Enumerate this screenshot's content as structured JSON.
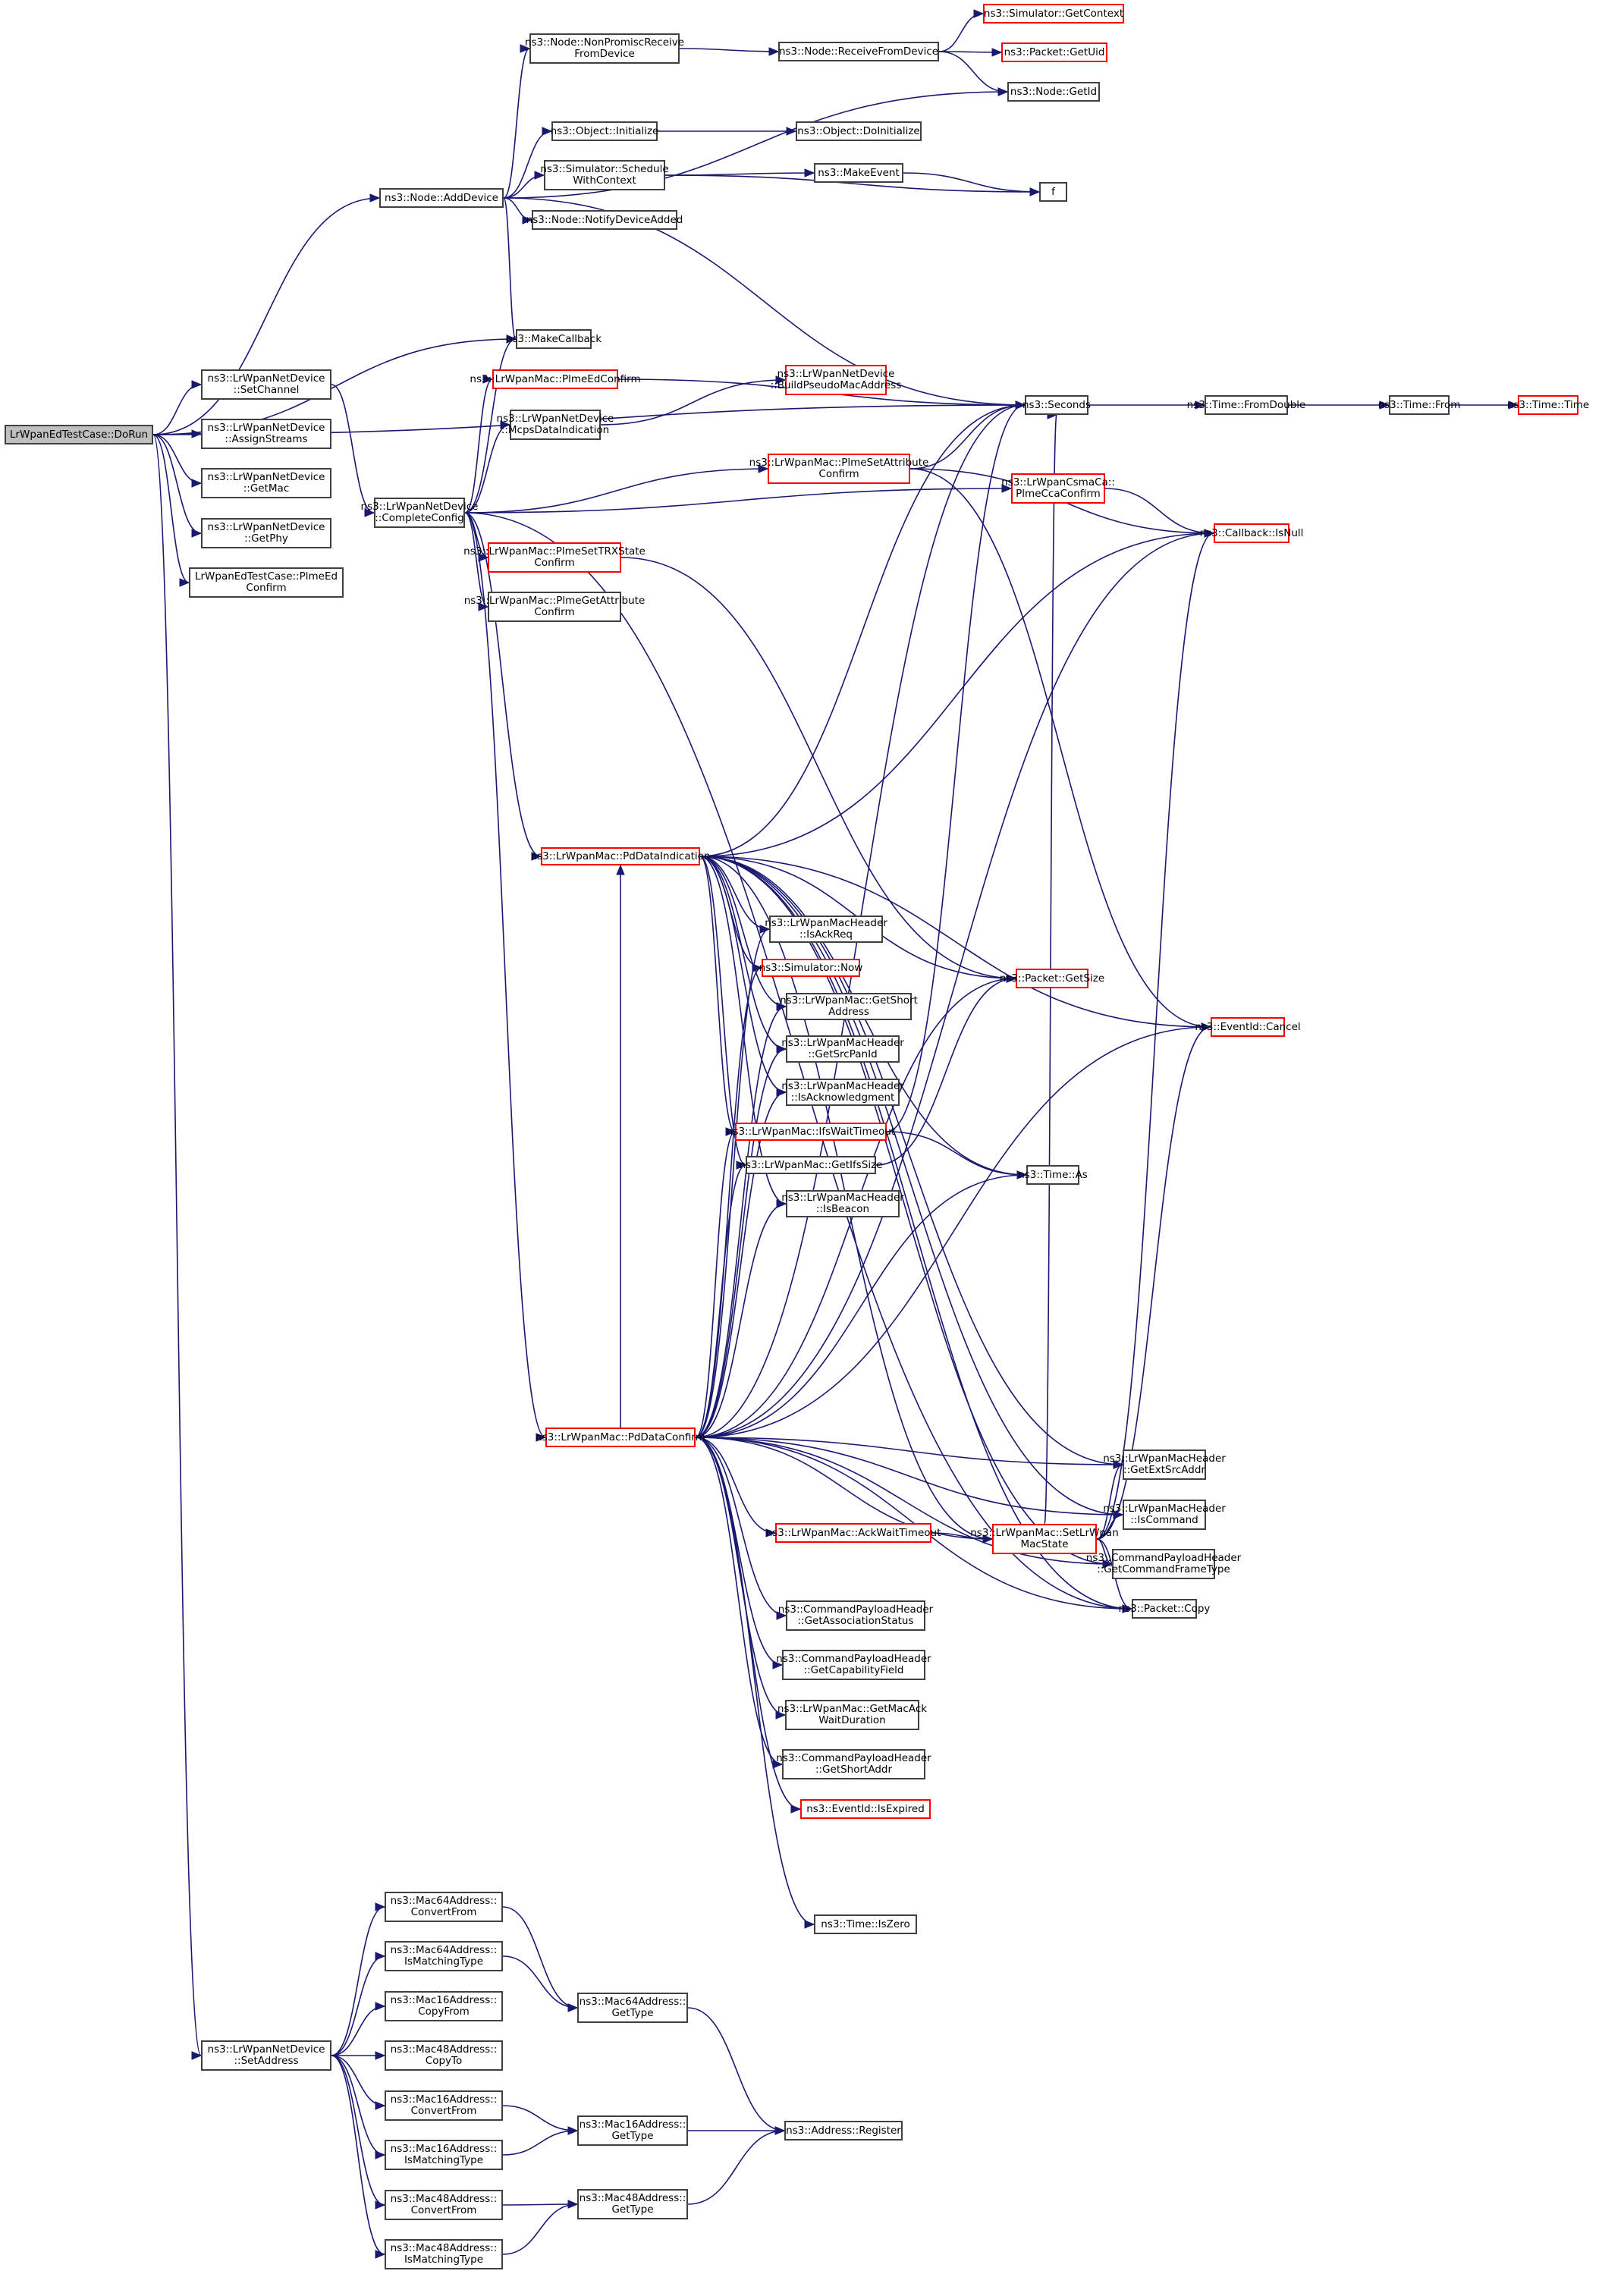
{
  "graph": {
    "title": "Call graph of LrWpanEdTestCase::DoRun",
    "colors": {
      "edge": "#191970",
      "node_border": "#404040",
      "truncated_border": "#ff0000",
      "root_fill": "#bfbfbf"
    },
    "nodes": [
      {
        "id": "dorun",
        "label": "LrWpanEdTestCase::DoRun",
        "type": "root"
      },
      {
        "id": "adddevice",
        "label": "ns3::Node::AddDevice",
        "type": "normal"
      },
      {
        "id": "nonpromisc",
        "label": "ns3::Node::NonPromiscReceive\nFromDevice",
        "type": "normal"
      },
      {
        "id": "recvfromdev",
        "label": "ns3::Node::ReceiveFromDevice",
        "type": "normal"
      },
      {
        "id": "getcontext",
        "label": "ns3::Simulator::GetContext",
        "type": "truncated"
      },
      {
        "id": "getuid",
        "label": "ns3::Packet::GetUid",
        "type": "truncated"
      },
      {
        "id": "getid",
        "label": "ns3::Node::GetId",
        "type": "normal"
      },
      {
        "id": "objinit",
        "label": "ns3::Object::Initialize",
        "type": "normal"
      },
      {
        "id": "doinit",
        "label": "ns3::Object::DoInitialize",
        "type": "normal"
      },
      {
        "id": "schedctx",
        "label": "ns3::Simulator::Schedule\nWithContext",
        "type": "normal"
      },
      {
        "id": "makeevent",
        "label": "ns3::MakeEvent",
        "type": "normal"
      },
      {
        "id": "f",
        "label": "f",
        "type": "normal"
      },
      {
        "id": "notifyadded",
        "label": "ns3::Node::NotifyDeviceAdded",
        "type": "normal"
      },
      {
        "id": "makecallback",
        "label": "ns3::MakeCallback",
        "type": "normal"
      },
      {
        "id": "setchannel",
        "label": "ns3::LrWpanNetDevice\n::SetChannel",
        "type": "normal"
      },
      {
        "id": "assignstreams",
        "label": "ns3::LrWpanNetDevice\n::AssignStreams",
        "type": "normal"
      },
      {
        "id": "getmac",
        "label": "ns3::LrWpanNetDevice\n::GetMac",
        "type": "normal"
      },
      {
        "id": "getphy",
        "label": "ns3::LrWpanNetDevice\n::GetPhy",
        "type": "normal"
      },
      {
        "id": "plmeedtc",
        "label": "LrWpanEdTestCase::PlmeEd\nConfirm",
        "type": "normal"
      },
      {
        "id": "completeconfig",
        "label": "ns3::LrWpanNetDevice\n::CompleteConfig",
        "type": "normal"
      },
      {
        "id": "plmeedconfirm",
        "label": "ns3::LrWpanMac::PlmeEdConfirm",
        "type": "truncated"
      },
      {
        "id": "mcpsdataind",
        "label": "ns3::LrWpanNetDevice\n::McpsDataIndication",
        "type": "normal"
      },
      {
        "id": "buildpseudo",
        "label": "ns3::LrWpanNetDevice\n::BuildPseudoMacAddress",
        "type": "truncated"
      },
      {
        "id": "plmesetattr",
        "label": "ns3::LrWpanMac::PlmeSetAttribute\nConfirm",
        "type": "truncated"
      },
      {
        "id": "plmecca",
        "label": "ns3::LrWpanCsmaCa::\nPlmeCcaConfirm",
        "type": "truncated"
      },
      {
        "id": "plmesettrx",
        "label": "ns3::LrWpanMac::PlmeSetTRXState\nConfirm",
        "type": "truncated"
      },
      {
        "id": "plmegetattr",
        "label": "ns3::LrWpanMac::PlmeGetAttribute\nConfirm",
        "type": "normal"
      },
      {
        "id": "seconds",
        "label": "ns3::Seconds",
        "type": "normal"
      },
      {
        "id": "fromdouble",
        "label": "ns3::Time::FromDouble",
        "type": "normal"
      },
      {
        "id": "timefrom",
        "label": "ns3::Time::From",
        "type": "normal"
      },
      {
        "id": "timetime",
        "label": "ns3::Time::Time",
        "type": "truncated"
      },
      {
        "id": "isnull",
        "label": "ns3::Callback::IsNull",
        "type": "truncated"
      },
      {
        "id": "pddataind",
        "label": "ns3::LrWpanMac::PdDataIndication",
        "type": "truncated"
      },
      {
        "id": "isackreq",
        "label": "ns3::LrWpanMacHeader\n::IsAckReq",
        "type": "normal"
      },
      {
        "id": "simnow",
        "label": "ns3::Simulator::Now",
        "type": "truncated"
      },
      {
        "id": "getshortaddress",
        "label": "ns3::LrWpanMac::GetShort\nAddress",
        "type": "normal"
      },
      {
        "id": "getsrcpanid",
        "label": "ns3::LrWpanMacHeader\n::GetSrcPanId",
        "type": "normal"
      },
      {
        "id": "isacknowledgment",
        "label": "ns3::LrWpanMacHeader\n::IsAcknowledgment",
        "type": "normal"
      },
      {
        "id": "ifswait",
        "label": "ns3::LrWpanMac::IfsWaitTimeout",
        "type": "truncated"
      },
      {
        "id": "getifssize",
        "label": "ns3::LrWpanMac::GetIfsSize",
        "type": "normal"
      },
      {
        "id": "isbeacon",
        "label": "ns3::LrWpanMacHeader\n::IsBeacon",
        "type": "normal"
      },
      {
        "id": "getsize",
        "label": "ns3::Packet::GetSize",
        "type": "truncated"
      },
      {
        "id": "timeas",
        "label": "ns3::Time::As",
        "type": "normal"
      },
      {
        "id": "cancel",
        "label": "ns3::EventId::Cancel",
        "type": "truncated"
      },
      {
        "id": "pddataconfirm",
        "label": "ns3::LrWpanMac::PdDataConfirm",
        "type": "truncated"
      },
      {
        "id": "ackwait",
        "label": "ns3::LrWpanMac::AckWaitTimeout",
        "type": "truncated"
      },
      {
        "id": "setmacstate",
        "label": "ns3::LrWpanMac::SetLrWpan\nMacState",
        "type": "truncated"
      },
      {
        "id": "getextsrc",
        "label": "ns3::LrWpanMacHeader\n::GetExtSrcAddr",
        "type": "normal"
      },
      {
        "id": "iscommand",
        "label": "ns3::LrWpanMacHeader\n::IsCommand",
        "type": "normal"
      },
      {
        "id": "getcmdframe",
        "label": "ns3::CommandPayloadHeader\n::GetCommandFrameType",
        "type": "normal"
      },
      {
        "id": "packetcopy",
        "label": "ns3::Packet::Copy",
        "type": "normal"
      },
      {
        "id": "getassoc",
        "label": "ns3::CommandPayloadHeader\n::GetAssociationStatus",
        "type": "normal"
      },
      {
        "id": "getcap",
        "label": "ns3::CommandPayloadHeader\n::GetCapabilityField",
        "type": "normal"
      },
      {
        "id": "getmacack",
        "label": "ns3::LrWpanMac::GetMacAck\nWaitDuration",
        "type": "normal"
      },
      {
        "id": "getshortaddr",
        "label": "ns3::CommandPayloadHeader\n::GetShortAddr",
        "type": "normal"
      },
      {
        "id": "isexpired",
        "label": "ns3::EventId::IsExpired",
        "type": "truncated"
      },
      {
        "id": "iszero",
        "label": "ns3::Time::IsZero",
        "type": "normal"
      },
      {
        "id": "setaddress",
        "label": "ns3::LrWpanNetDevice\n::SetAddress",
        "type": "normal"
      },
      {
        "id": "m64convert",
        "label": "ns3::Mac64Address::\nConvertFrom",
        "type": "normal"
      },
      {
        "id": "m64match",
        "label": "ns3::Mac64Address::\nIsMatchingType",
        "type": "normal"
      },
      {
        "id": "m16copyfrom",
        "label": "ns3::Mac16Address::\nCopyFrom",
        "type": "normal"
      },
      {
        "id": "m48copyto",
        "label": "ns3::Mac48Address::\nCopyTo",
        "type": "normal"
      },
      {
        "id": "m16convert",
        "label": "ns3::Mac16Address::\nConvertFrom",
        "type": "normal"
      },
      {
        "id": "m16match",
        "label": "ns3::Mac16Address::\nIsMatchingType",
        "type": "normal"
      },
      {
        "id": "m48convert",
        "label": "ns3::Mac48Address::\nConvertFrom",
        "type": "normal"
      },
      {
        "id": "m48match",
        "label": "ns3::Mac48Address::\nIsMatchingType",
        "type": "normal"
      },
      {
        "id": "m64gettype",
        "label": "ns3::Mac64Address::\nGetType",
        "type": "normal"
      },
      {
        "id": "m16gettype",
        "label": "ns3::Mac16Address::\nGetType",
        "type": "normal"
      },
      {
        "id": "m48gettype",
        "label": "ns3::Mac48Address::\nGetType",
        "type": "normal"
      },
      {
        "id": "addrregister",
        "label": "ns3::Address::Register",
        "type": "normal"
      }
    ],
    "edges": [
      [
        "dorun",
        "adddevice"
      ],
      [
        "dorun",
        "seconds"
      ],
      [
        "dorun",
        "makecallback"
      ],
      [
        "dorun",
        "setchannel"
      ],
      [
        "dorun",
        "assignstreams"
      ],
      [
        "dorun",
        "getmac"
      ],
      [
        "dorun",
        "getphy"
      ],
      [
        "dorun",
        "plmeedtc"
      ],
      [
        "dorun",
        "setaddress"
      ],
      [
        "adddevice",
        "nonpromisc"
      ],
      [
        "adddevice",
        "getid"
      ],
      [
        "adddevice",
        "objinit"
      ],
      [
        "adddevice",
        "schedctx"
      ],
      [
        "adddevice",
        "notifyadded"
      ],
      [
        "adddevice",
        "seconds"
      ],
      [
        "adddevice",
        "makecallback"
      ],
      [
        "nonpromisc",
        "recvfromdev"
      ],
      [
        "recvfromdev",
        "getcontext"
      ],
      [
        "recvfromdev",
        "getuid"
      ],
      [
        "recvfromdev",
        "getid"
      ],
      [
        "objinit",
        "doinit"
      ],
      [
        "schedctx",
        "makeevent"
      ],
      [
        "schedctx",
        "f"
      ],
      [
        "makeevent",
        "f"
      ],
      [
        "setchannel",
        "completeconfig"
      ],
      [
        "completeconfig",
        "makecallback"
      ],
      [
        "completeconfig",
        "plmeedconfirm"
      ],
      [
        "completeconfig",
        "mcpsdataind"
      ],
      [
        "completeconfig",
        "plmesetattr"
      ],
      [
        "completeconfig",
        "plmecca"
      ],
      [
        "completeconfig",
        "plmesettrx"
      ],
      [
        "completeconfig",
        "plmegetattr"
      ],
      [
        "completeconfig",
        "pddataind"
      ],
      [
        "completeconfig",
        "pddataconfirm"
      ],
      [
        "completeconfig",
        "packetcopy"
      ],
      [
        "plmeedconfirm",
        "seconds"
      ],
      [
        "mcpsdataind",
        "buildpseudo"
      ],
      [
        "plmesetattr",
        "seconds"
      ],
      [
        "plmesetattr",
        "isnull"
      ],
      [
        "plmesetattr",
        "cancel"
      ],
      [
        "plmecca",
        "isnull"
      ],
      [
        "plmesettrx",
        "getsize"
      ],
      [
        "seconds",
        "fromdouble"
      ],
      [
        "fromdouble",
        "timefrom"
      ],
      [
        "timefrom",
        "timetime"
      ],
      [
        "pddataind",
        "seconds"
      ],
      [
        "pddataind",
        "isnull"
      ],
      [
        "pddataind",
        "isackreq"
      ],
      [
        "pddataind",
        "simnow"
      ],
      [
        "pddataind",
        "getshortaddress"
      ],
      [
        "pddataind",
        "getsrcpanid"
      ],
      [
        "pddataind",
        "isacknowledgment"
      ],
      [
        "pddataind",
        "ifswait"
      ],
      [
        "pddataind",
        "getifssize"
      ],
      [
        "pddataind",
        "isbeacon"
      ],
      [
        "pddataind",
        "getsize"
      ],
      [
        "pddataind",
        "timeas"
      ],
      [
        "pddataind",
        "cancel"
      ],
      [
        "pddataind",
        "setmacstate"
      ],
      [
        "pddataind",
        "getextsrc"
      ],
      [
        "pddataind",
        "iscommand"
      ],
      [
        "pddataind",
        "getcmdframe"
      ],
      [
        "pddataind",
        "packetcopy"
      ],
      [
        "ifswait",
        "timeas"
      ],
      [
        "ifswait",
        "seconds"
      ],
      [
        "getifssize",
        "getsize"
      ],
      [
        "pddataconfirm",
        "pddataind"
      ],
      [
        "pddataconfirm",
        "isackreq"
      ],
      [
        "pddataconfirm",
        "simnow"
      ],
      [
        "pddataconfirm",
        "getshortaddress"
      ],
      [
        "pddataconfirm",
        "getsrcpanid"
      ],
      [
        "pddataconfirm",
        "isacknowledgment"
      ],
      [
        "pddataconfirm",
        "ifswait"
      ],
      [
        "pddataconfirm",
        "getifssize"
      ],
      [
        "pddataconfirm",
        "isbeacon"
      ],
      [
        "pddataconfirm",
        "seconds"
      ],
      [
        "pddataconfirm",
        "getsize"
      ],
      [
        "pddataconfirm",
        "timeas"
      ],
      [
        "pddataconfirm",
        "cancel"
      ],
      [
        "pddataconfirm",
        "isnull"
      ],
      [
        "pddataconfirm",
        "getextsrc"
      ],
      [
        "pddataconfirm",
        "ackwait"
      ],
      [
        "pddataconfirm",
        "setmacstate"
      ],
      [
        "pddataconfirm",
        "iscommand"
      ],
      [
        "pddataconfirm",
        "getcmdframe"
      ],
      [
        "pddataconfirm",
        "getassoc"
      ],
      [
        "pddataconfirm",
        "getcap"
      ],
      [
        "pddataconfirm",
        "getmacack"
      ],
      [
        "pddataconfirm",
        "getshortaddr"
      ],
      [
        "pddataconfirm",
        "isexpired"
      ],
      [
        "pddataconfirm",
        "iszero"
      ],
      [
        "pddataconfirm",
        "packetcopy"
      ],
      [
        "ackwait",
        "setmacstate"
      ],
      [
        "setmacstate",
        "seconds"
      ],
      [
        "setmacstate",
        "isnull"
      ],
      [
        "setmacstate",
        "cancel"
      ],
      [
        "setmacstate",
        "getextsrc"
      ],
      [
        "setmacstate",
        "iscommand"
      ],
      [
        "setmacstate",
        "getcmdframe"
      ],
      [
        "setmacstate",
        "packetcopy"
      ],
      [
        "setaddress",
        "m64convert"
      ],
      [
        "setaddress",
        "m64match"
      ],
      [
        "setaddress",
        "m16copyfrom"
      ],
      [
        "setaddress",
        "m48copyto"
      ],
      [
        "setaddress",
        "m16convert"
      ],
      [
        "setaddress",
        "m16match"
      ],
      [
        "setaddress",
        "m48convert"
      ],
      [
        "setaddress",
        "m48match"
      ],
      [
        "m64convert",
        "m64gettype"
      ],
      [
        "m64match",
        "m64gettype"
      ],
      [
        "m16convert",
        "m16gettype"
      ],
      [
        "m16match",
        "m16gettype"
      ],
      [
        "m48convert",
        "m48gettype"
      ],
      [
        "m48match",
        "m48gettype"
      ],
      [
        "m64gettype",
        "addrregister"
      ],
      [
        "m16gettype",
        "addrregister"
      ],
      [
        "m48gettype",
        "addrregister"
      ]
    ]
  }
}
